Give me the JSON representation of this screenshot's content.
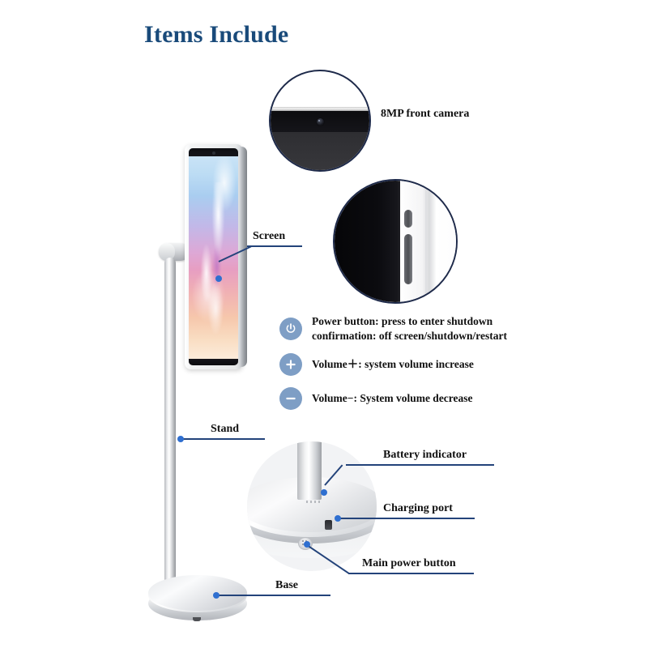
{
  "page": {
    "title": "Items Include",
    "title_color": "#194a7a",
    "background": "#ffffff",
    "accent_line_color": "#23437a",
    "accent_dot_color": "#2f6fd0",
    "key_icon_color": "#7e9ec5"
  },
  "callouts": {
    "camera": {
      "label": "8MP front camera",
      "icon": "front-camera-icon"
    },
    "screen": {
      "label": "Screen"
    },
    "stand": {
      "label": "Stand"
    },
    "base": {
      "label": "Base"
    },
    "battery_indicator": {
      "label": "Battery indicator"
    },
    "charging_port": {
      "label": "Charging port"
    },
    "main_power_button": {
      "label": "Main power button"
    }
  },
  "key_legend": [
    {
      "icon": "power-icon",
      "line1": "Power button: press to enter shutdown",
      "line2": "confirmation: off screen/shutdown/restart"
    },
    {
      "icon": "plus-icon",
      "line1": "Volume＋: system volume increase",
      "line2": ""
    },
    {
      "icon": "minus-icon",
      "line1": "Volume−: System volume decrease",
      "line2": ""
    }
  ],
  "zoom_circles": [
    {
      "name": "front-camera-detail",
      "border_color": "#1e2a4a"
    },
    {
      "name": "side-buttons-detail",
      "border_color": "#1e2a4a"
    },
    {
      "name": "base-detail",
      "fill_color": "#f2f3f5"
    }
  ]
}
